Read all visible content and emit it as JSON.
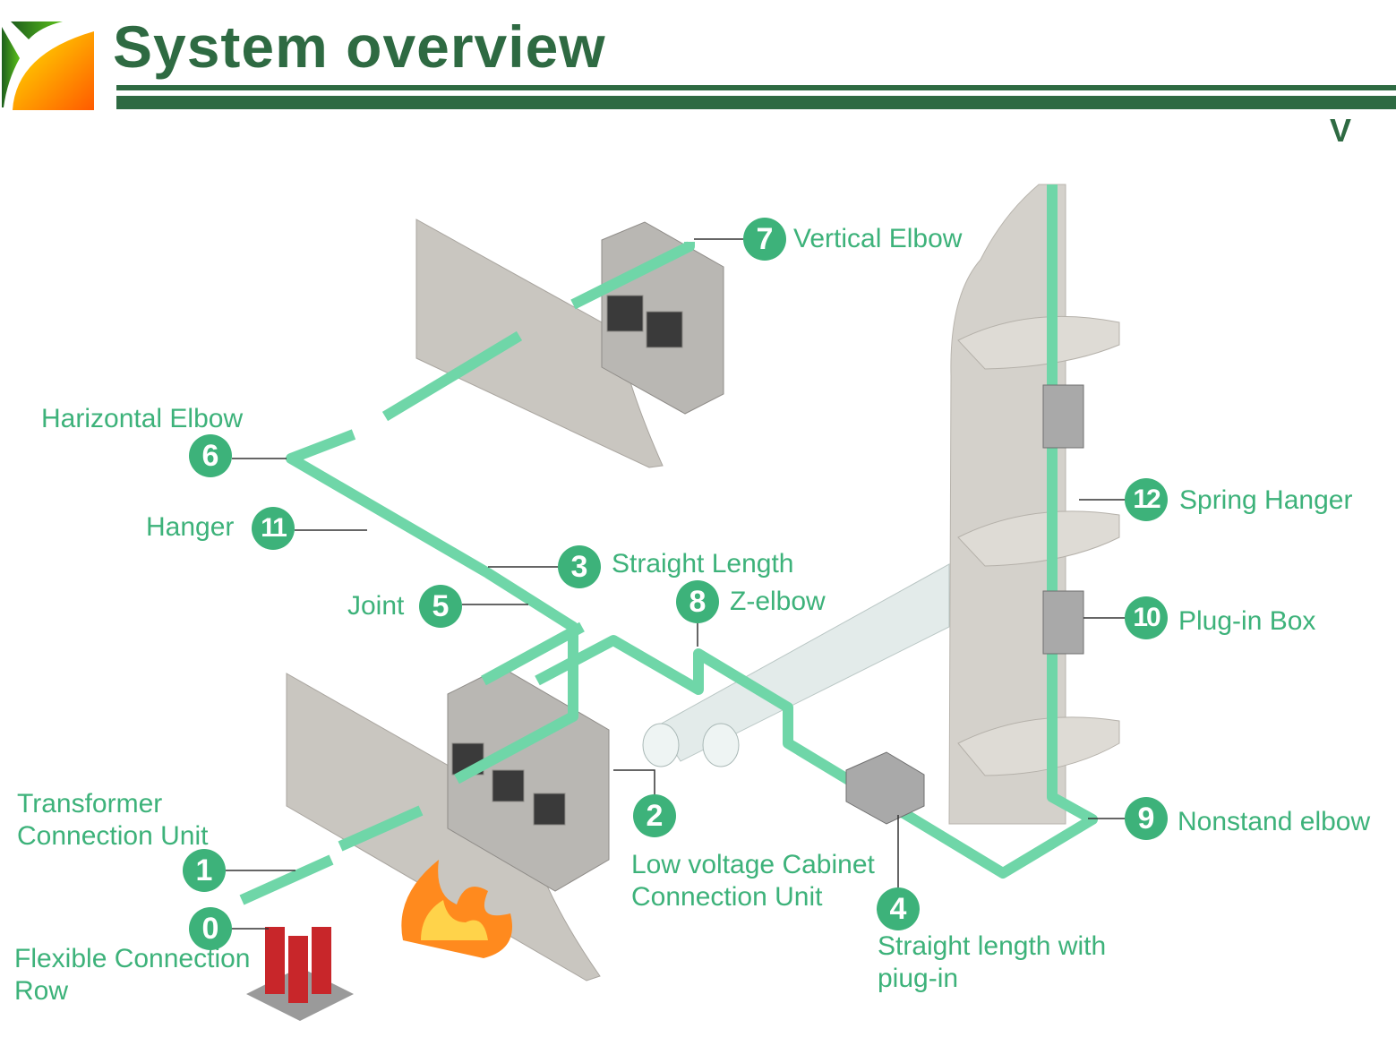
{
  "header": {
    "title": "System overview",
    "corner_mark": "V"
  },
  "colors": {
    "title_green": "#2e6a42",
    "label_green": "#3db27a",
    "busway": "#6fd6a8",
    "wall": "#cfccc6"
  },
  "callouts": [
    {
      "num": "0",
      "lines": [
        "Flexible Connection",
        "Row"
      ]
    },
    {
      "num": "1",
      "lines": [
        "Transformer",
        "Connection Unit"
      ]
    },
    {
      "num": "2",
      "lines": [
        "Low voltage Cabinet",
        "Connection Unit"
      ]
    },
    {
      "num": "3",
      "lines": [
        "Straight Length"
      ]
    },
    {
      "num": "4",
      "lines": [
        "Straight length with",
        "piug-in"
      ]
    },
    {
      "num": "5",
      "lines": [
        "Joint"
      ]
    },
    {
      "num": "6",
      "lines": [
        "Harizontal Elbow"
      ]
    },
    {
      "num": "7",
      "lines": [
        "Vertical Elbow"
      ]
    },
    {
      "num": "8",
      "lines": [
        "Z-elbow"
      ]
    },
    {
      "num": "9",
      "lines": [
        "Nonstand elbow"
      ]
    },
    {
      "num": "10",
      "lines": [
        "Plug-in Box"
      ]
    },
    {
      "num": "11",
      "lines": [
        "Hanger"
      ]
    },
    {
      "num": "12",
      "lines": [
        "Spring Hanger"
      ]
    }
  ]
}
